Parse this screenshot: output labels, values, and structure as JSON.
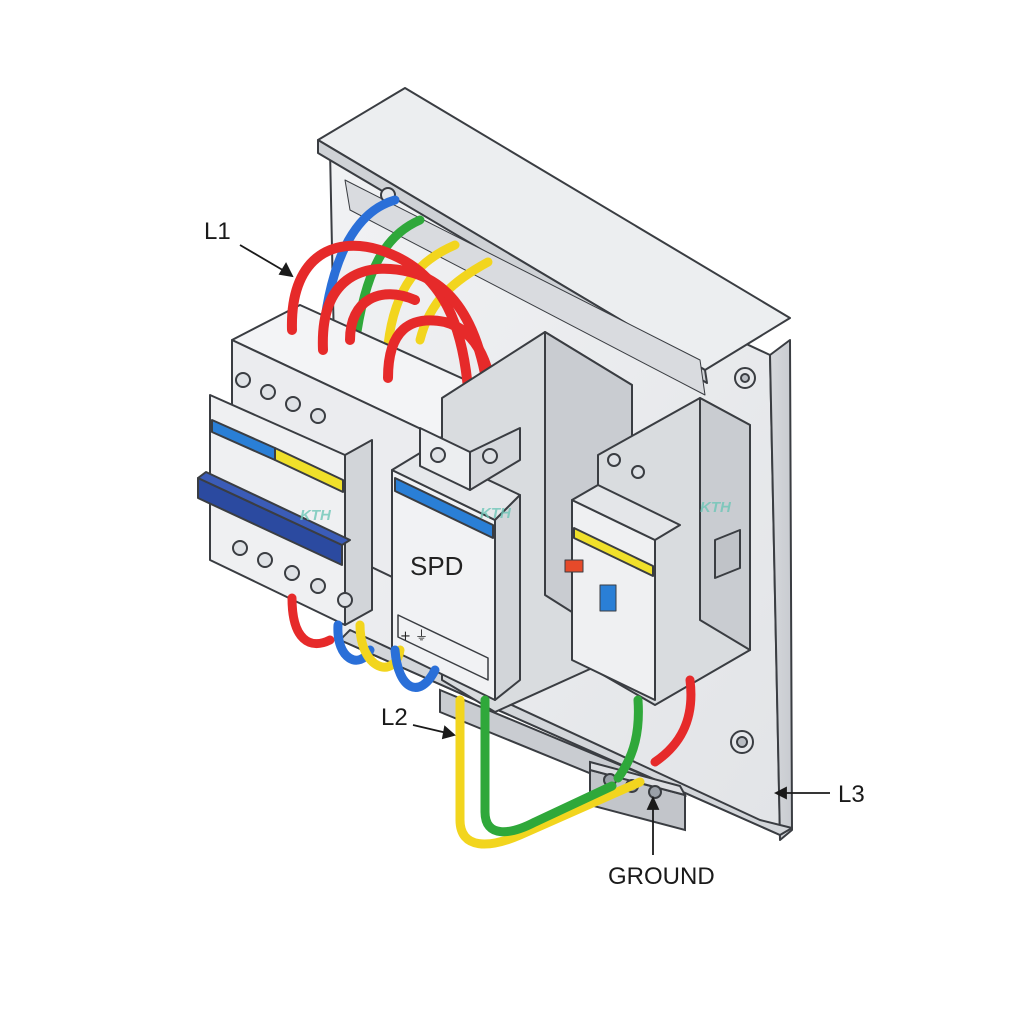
{
  "callouts": {
    "l1": "L1",
    "l2": "L2",
    "l3": "L3",
    "ground": "GROUND"
  },
  "modules": {
    "spd_label": "SPD",
    "spd_symbol": "+ ⏚",
    "watermark": "KTH"
  },
  "colors": {
    "wire_red": "#e62a2a",
    "wire_blue": "#2a6fd8",
    "wire_green": "#2fa83a",
    "wire_yellow": "#f2d51e",
    "module_body": "#e9eaec",
    "strip_blue": "#2a7fd6",
    "strip_yellow": "#f0e02a",
    "outline": "#3a3d42"
  }
}
